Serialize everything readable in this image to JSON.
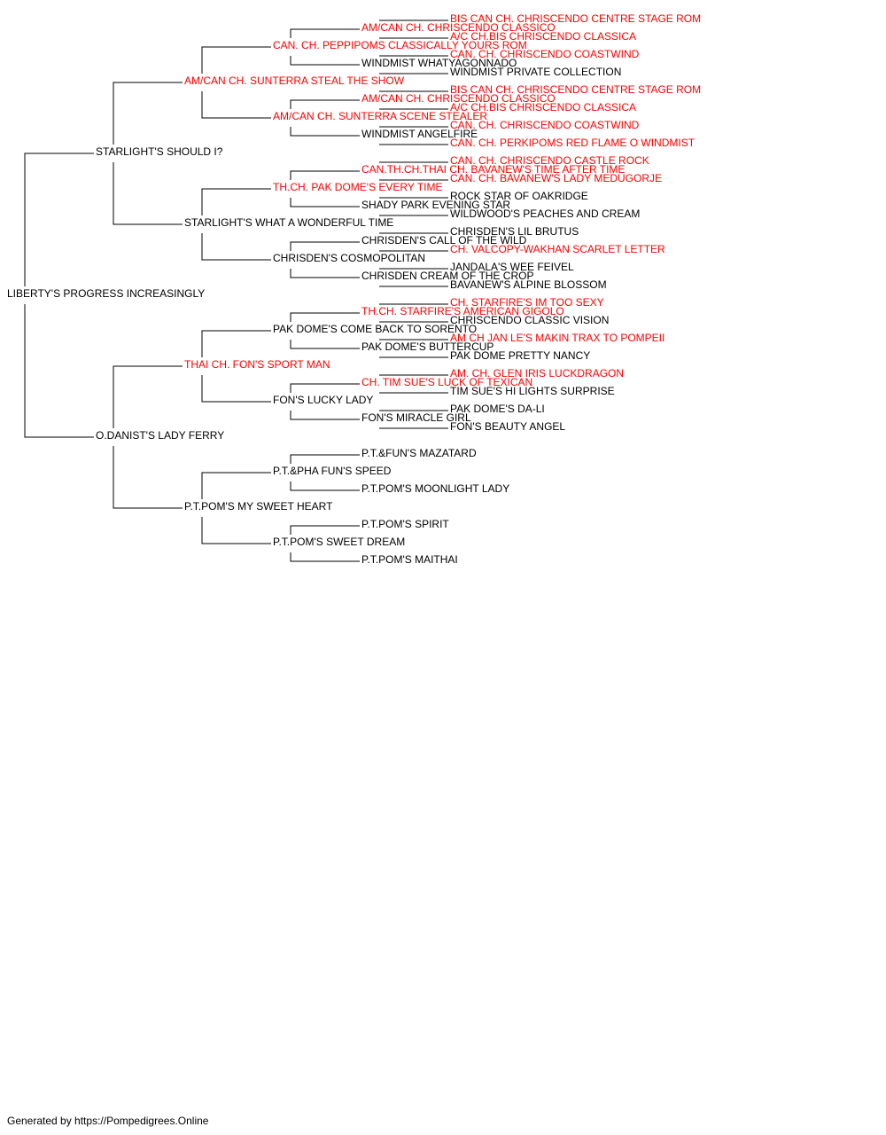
{
  "colors": {
    "champion": "#ff0000",
    "regular": "#000000",
    "line": "#000000"
  },
  "pedigree": {
    "name": "LIBERTY'S PROGRESS INCREASINGLY",
    "champion": false,
    "sire": {
      "name": "STARLIGHT'S SHOULD I?",
      "champion": false,
      "sire": {
        "name": "AM/CAN CH. SUNTERRA STEAL THE SHOW",
        "champion": true,
        "sire": {
          "name": "CAN. CH. PEPPIPOMS CLASSICALLY YOURS ROM",
          "champion": true,
          "sire": {
            "name": "AM/CAN CH. CHRISCENDO CLASSICO",
            "champion": true,
            "sire": {
              "name": "BIS CAN CH. CHRISCENDO CENTRE STAGE ROM",
              "champion": true
            },
            "dam": {
              "name": "A/C CH.BIS CHRISCENDO CLASSICA",
              "champion": true
            }
          },
          "dam": {
            "name": "WINDMIST WHATYAGONNADO",
            "champion": false,
            "sire": {
              "name": "CAN. CH. CHRISCENDO COASTWIND",
              "champion": true
            },
            "dam": {
              "name": "WINDMIST PRIVATE COLLECTION",
              "champion": false
            }
          }
        },
        "dam": {
          "name": "AM/CAN CH. SUNTERRA SCENE STEALER",
          "champion": true,
          "sire": {
            "name": "AM/CAN CH. CHRISCENDO CLASSICO",
            "champion": true,
            "sire": {
              "name": "BIS CAN CH. CHRISCENDO CENTRE STAGE ROM",
              "champion": true
            },
            "dam": {
              "name": "A/C CH.BIS CHRISCENDO CLASSICA",
              "champion": true
            }
          },
          "dam": {
            "name": "WINDMIST ANGELFIRE",
            "champion": false,
            "sire": {
              "name": "CAN. CH. CHRISCENDO COASTWIND",
              "champion": true
            },
            "dam": {
              "name": "CAN. CH. PERKIPOMS RED FLAME O WINDMIST",
              "champion": true
            }
          }
        }
      },
      "dam": {
        "name": "STARLIGHT'S WHAT A WONDERFUL TIME",
        "champion": false,
        "sire": {
          "name": "TH.CH. PAK DOME'S EVERY TIME",
          "champion": true,
          "sire": {
            "name": "CAN.TH.CH.THAI CH. BAVANEW'S TIME AFTER TIME",
            "champion": true,
            "sire": {
              "name": "CAN. CH. CHRISCENDO CASTLE ROCK",
              "champion": true
            },
            "dam": {
              "name": "CAN. CH. BAVANEW'S LADY MEDUGORJE",
              "champion": true
            }
          },
          "dam": {
            "name": "SHADY PARK EVENING STAR",
            "champion": false,
            "sire": {
              "name": "ROCK STAR OF OAKRIDGE",
              "champion": false
            },
            "dam": {
              "name": "WILDWOOD'S PEACHES AND CREAM",
              "champion": false
            }
          }
        },
        "dam": {
          "name": "CHRISDEN'S COSMOPOLITAN",
          "champion": false,
          "sire": {
            "name": "CHRISDEN'S CALL OF THE WILD",
            "champion": false,
            "sire": {
              "name": "CHRISDEN'S LIL BRUTUS",
              "champion": false
            },
            "dam": {
              "name": "CH. VALCOPY-WAKHAN SCARLET LETTER",
              "champion": true
            }
          },
          "dam": {
            "name": "CHRISDEN CREAM OF THE CROP",
            "champion": false,
            "sire": {
              "name": "JANDALA'S WEE FEIVEL",
              "champion": false
            },
            "dam": {
              "name": "BAVANEW'S ALPINE BLOSSOM",
              "champion": false
            }
          }
        }
      }
    },
    "dam": {
      "name": "O.DANIST'S LADY FERRY",
      "champion": false,
      "sire": {
        "name": "THAI CH. FON'S SPORT MAN",
        "champion": true,
        "sire": {
          "name": "PAK DOME'S COME BACK TO SORENTO",
          "champion": false,
          "sire": {
            "name": "TH.CH. STARFIRE'S AMERICAN GIGOLO",
            "champion": true,
            "sire": {
              "name": "CH. STARFIRE'S IM TOO SEXY",
              "champion": true
            },
            "dam": {
              "name": "CHRISCENDO CLASSIC VISION",
              "champion": false
            }
          },
          "dam": {
            "name": "PAK DOME'S BUTTERCUP",
            "champion": false,
            "sire": {
              "name": "AM CH JAN LE'S MAKIN TRAX TO POMPEII",
              "champion": true
            },
            "dam": {
              "name": "PAK DOME PRETTY NANCY",
              "champion": false
            }
          }
        },
        "dam": {
          "name": "FON'S LUCKY LADY",
          "champion": false,
          "sire": {
            "name": "CH. TIM SUE'S LUCK OF TEXICAN",
            "champion": true,
            "sire": {
              "name": "AM. CH. GLEN IRIS LUCKDRAGON",
              "champion": true
            },
            "dam": {
              "name": "TIM SUE'S HI LIGHTS SURPRISE",
              "champion": false
            }
          },
          "dam": {
            "name": "FON'S MIRACLE GIRL",
            "champion": false,
            "sire": {
              "name": "PAK DOME'S DA-LI",
              "champion": false
            },
            "dam": {
              "name": "FON'S BEAUTY ANGEL",
              "champion": false
            }
          }
        }
      },
      "dam": {
        "name": "P.T.POM'S MY SWEET HEART",
        "champion": false,
        "sire": {
          "name": "P.T.&PHA FUN'S SPEED",
          "champion": false,
          "sire": {
            "name": "P.T.&FUN'S MAZATARD",
            "champion": false
          },
          "dam": {
            "name": "P.T.POM'S MOONLIGHT LADY",
            "champion": false
          }
        },
        "dam": {
          "name": "P.T.POM'S SWEET DREAM",
          "champion": false,
          "sire": {
            "name": "P.T.POM'S SPIRIT",
            "champion": false
          },
          "dam": {
            "name": "P.T.POM'S MAITHAI",
            "champion": false
          }
        }
      }
    }
  },
  "footer": "Generated by https://Pompedigrees.Online"
}
